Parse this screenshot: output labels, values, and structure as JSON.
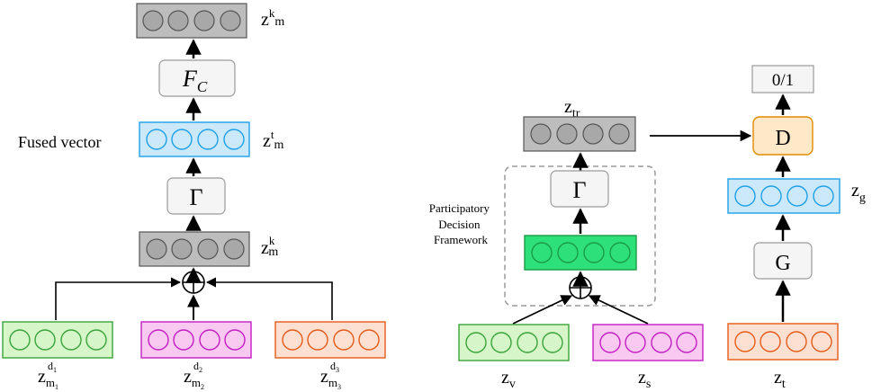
{
  "left": {
    "top_vector": {
      "label": "z",
      "sup": "k",
      "sub": "m"
    },
    "fc_block": {
      "label": "F",
      "sub": "C"
    },
    "fused_vector": {
      "caption": "Fused vector",
      "label": "z",
      "sup": "t",
      "sub": "m"
    },
    "gamma_block": {
      "label": "Γ"
    },
    "concat_vector": {
      "label": "z",
      "sup": "k",
      "sub": "m"
    },
    "inputs": [
      {
        "label": "z",
        "sub": "m",
        "subsub": "1",
        "sup": "d",
        "supsub": "1"
      },
      {
        "label": "z",
        "sub": "m",
        "subsub": "2",
        "sup": "d",
        "supsub": "2"
      },
      {
        "label": "z",
        "sub": "m",
        "subsub": "3",
        "sup": "d",
        "supsub": "3"
      }
    ],
    "sum_symbol": "⊕"
  },
  "middle": {
    "output_vector": {
      "label": "z",
      "sub": "tr"
    },
    "gamma_block": {
      "label": "Γ"
    },
    "framework_caption": [
      "Participatory",
      "Decision",
      "Framework"
    ],
    "sum_symbol": "⊕",
    "inputs": [
      {
        "label": "z",
        "sub": "v"
      },
      {
        "label": "z",
        "sub": "s"
      }
    ]
  },
  "right": {
    "output_box": {
      "label": "0/1"
    },
    "d_block": {
      "label": "D"
    },
    "g_vector": {
      "label": "z",
      "sub": "g"
    },
    "g_block": {
      "label": "G"
    },
    "input_vector": {
      "label": "z",
      "sub": "t"
    }
  },
  "colors": {
    "gray_fill": "#bdbdbd",
    "gray_circle": "#a8a8a8",
    "gray_stroke": "#555555",
    "blue_fill": "#cce8fb",
    "blue_stroke": "#1ea1e6",
    "green_fill": "#d6f5c9",
    "green_stroke": "#3aa43a",
    "bright_green_fill": "#2ee07a",
    "bright_green_stroke": "#1a9b45",
    "magenta_fill": "#f9c9f2",
    "magenta_stroke": "#c21ec2",
    "orange_fill": "#fde0d1",
    "orange_stroke": "#e35b1a",
    "d_fill": "#fde9c7",
    "d_stroke": "#e08a00",
    "block_fill": "#f5f5f5",
    "block_stroke": "#9a9a9a"
  }
}
